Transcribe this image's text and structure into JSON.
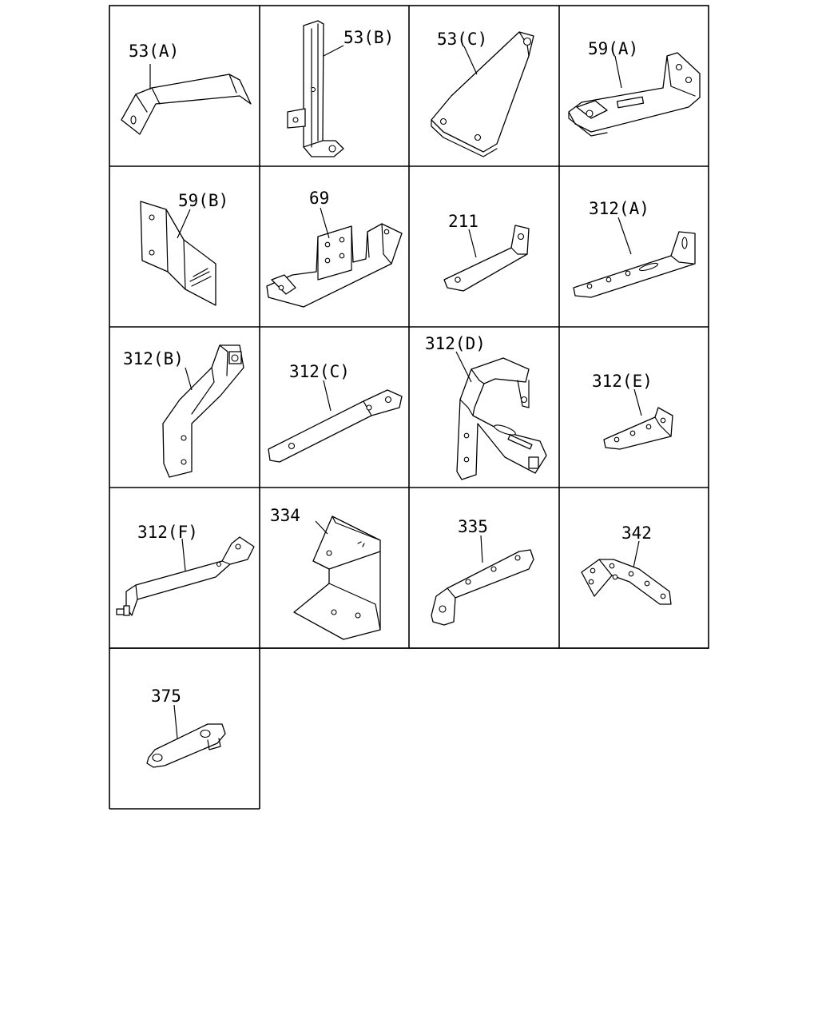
{
  "parts": [
    {
      "id": "p53a",
      "label": "53(A)"
    },
    {
      "id": "p53b",
      "label": "53(B)"
    },
    {
      "id": "p53c",
      "label": "53(C)"
    },
    {
      "id": "p59a",
      "label": "59(A)"
    },
    {
      "id": "p59b",
      "label": "59(B)"
    },
    {
      "id": "p69",
      "label": "69"
    },
    {
      "id": "p211",
      "label": "211"
    },
    {
      "id": "p312a",
      "label": "312(A)"
    },
    {
      "id": "p312b",
      "label": "312(B)"
    },
    {
      "id": "p312c",
      "label": "312(C)"
    },
    {
      "id": "p312d",
      "label": "312(D)"
    },
    {
      "id": "p312e",
      "label": "312(E)"
    },
    {
      "id": "p312f",
      "label": "312(F)"
    },
    {
      "id": "p334",
      "label": "334"
    },
    {
      "id": "p335",
      "label": "335"
    },
    {
      "id": "p342",
      "label": "342"
    },
    {
      "id": "p375",
      "label": "375"
    }
  ]
}
